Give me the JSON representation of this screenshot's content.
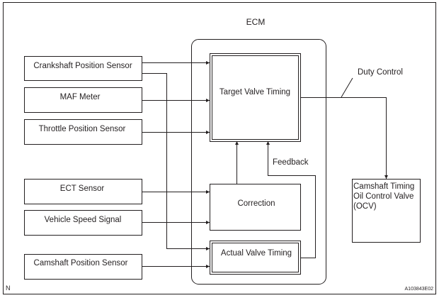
{
  "diagram": {
    "title": "ECM",
    "inputs": [
      {
        "id": "crankshaft",
        "label": "Crankshaft Position Sensor"
      },
      {
        "id": "maf",
        "label": "MAF Meter"
      },
      {
        "id": "throttle",
        "label": "Throttle Position Sensor"
      },
      {
        "id": "ect",
        "label": "ECT Sensor"
      },
      {
        "id": "vehicle_speed",
        "label": "Vehicle Speed Signal"
      },
      {
        "id": "camshaft",
        "label": "Camshaft Position Sensor"
      }
    ],
    "ecm_blocks": {
      "target": "Target Valve Timing",
      "correction": "Correction",
      "actual": "Actual Valve Timing"
    },
    "feedback_label": "Feedback",
    "duty_control_label": "Duty Control",
    "output": {
      "lines": [
        "Camshaft Timing",
        "Oil Control Valve",
        "(OCV)"
      ]
    },
    "corner_mark": "N",
    "figure_id": "A103843E02",
    "connections": [
      {
        "from": "Crankshaft Position Sensor",
        "to": "Target Valve Timing"
      },
      {
        "from": "Crankshaft Position Sensor",
        "to": "Actual Valve Timing"
      },
      {
        "from": "MAF Meter",
        "to": "Target Valve Timing"
      },
      {
        "from": "Throttle Position Sensor",
        "to": "Target Valve Timing"
      },
      {
        "from": "ECT Sensor",
        "to": "Correction"
      },
      {
        "from": "Vehicle Speed Signal",
        "to": "Correction"
      },
      {
        "from": "Camshaft Position Sensor",
        "to": "Actual Valve Timing"
      },
      {
        "from": "Correction",
        "to": "Target Valve Timing"
      },
      {
        "from": "Actual Valve Timing",
        "to": "Target Valve Timing",
        "label": "Feedback"
      },
      {
        "from": "Target Valve Timing",
        "to": "Camshaft Timing Oil Control Valve (OCV)",
        "label": "Duty Control"
      }
    ]
  }
}
